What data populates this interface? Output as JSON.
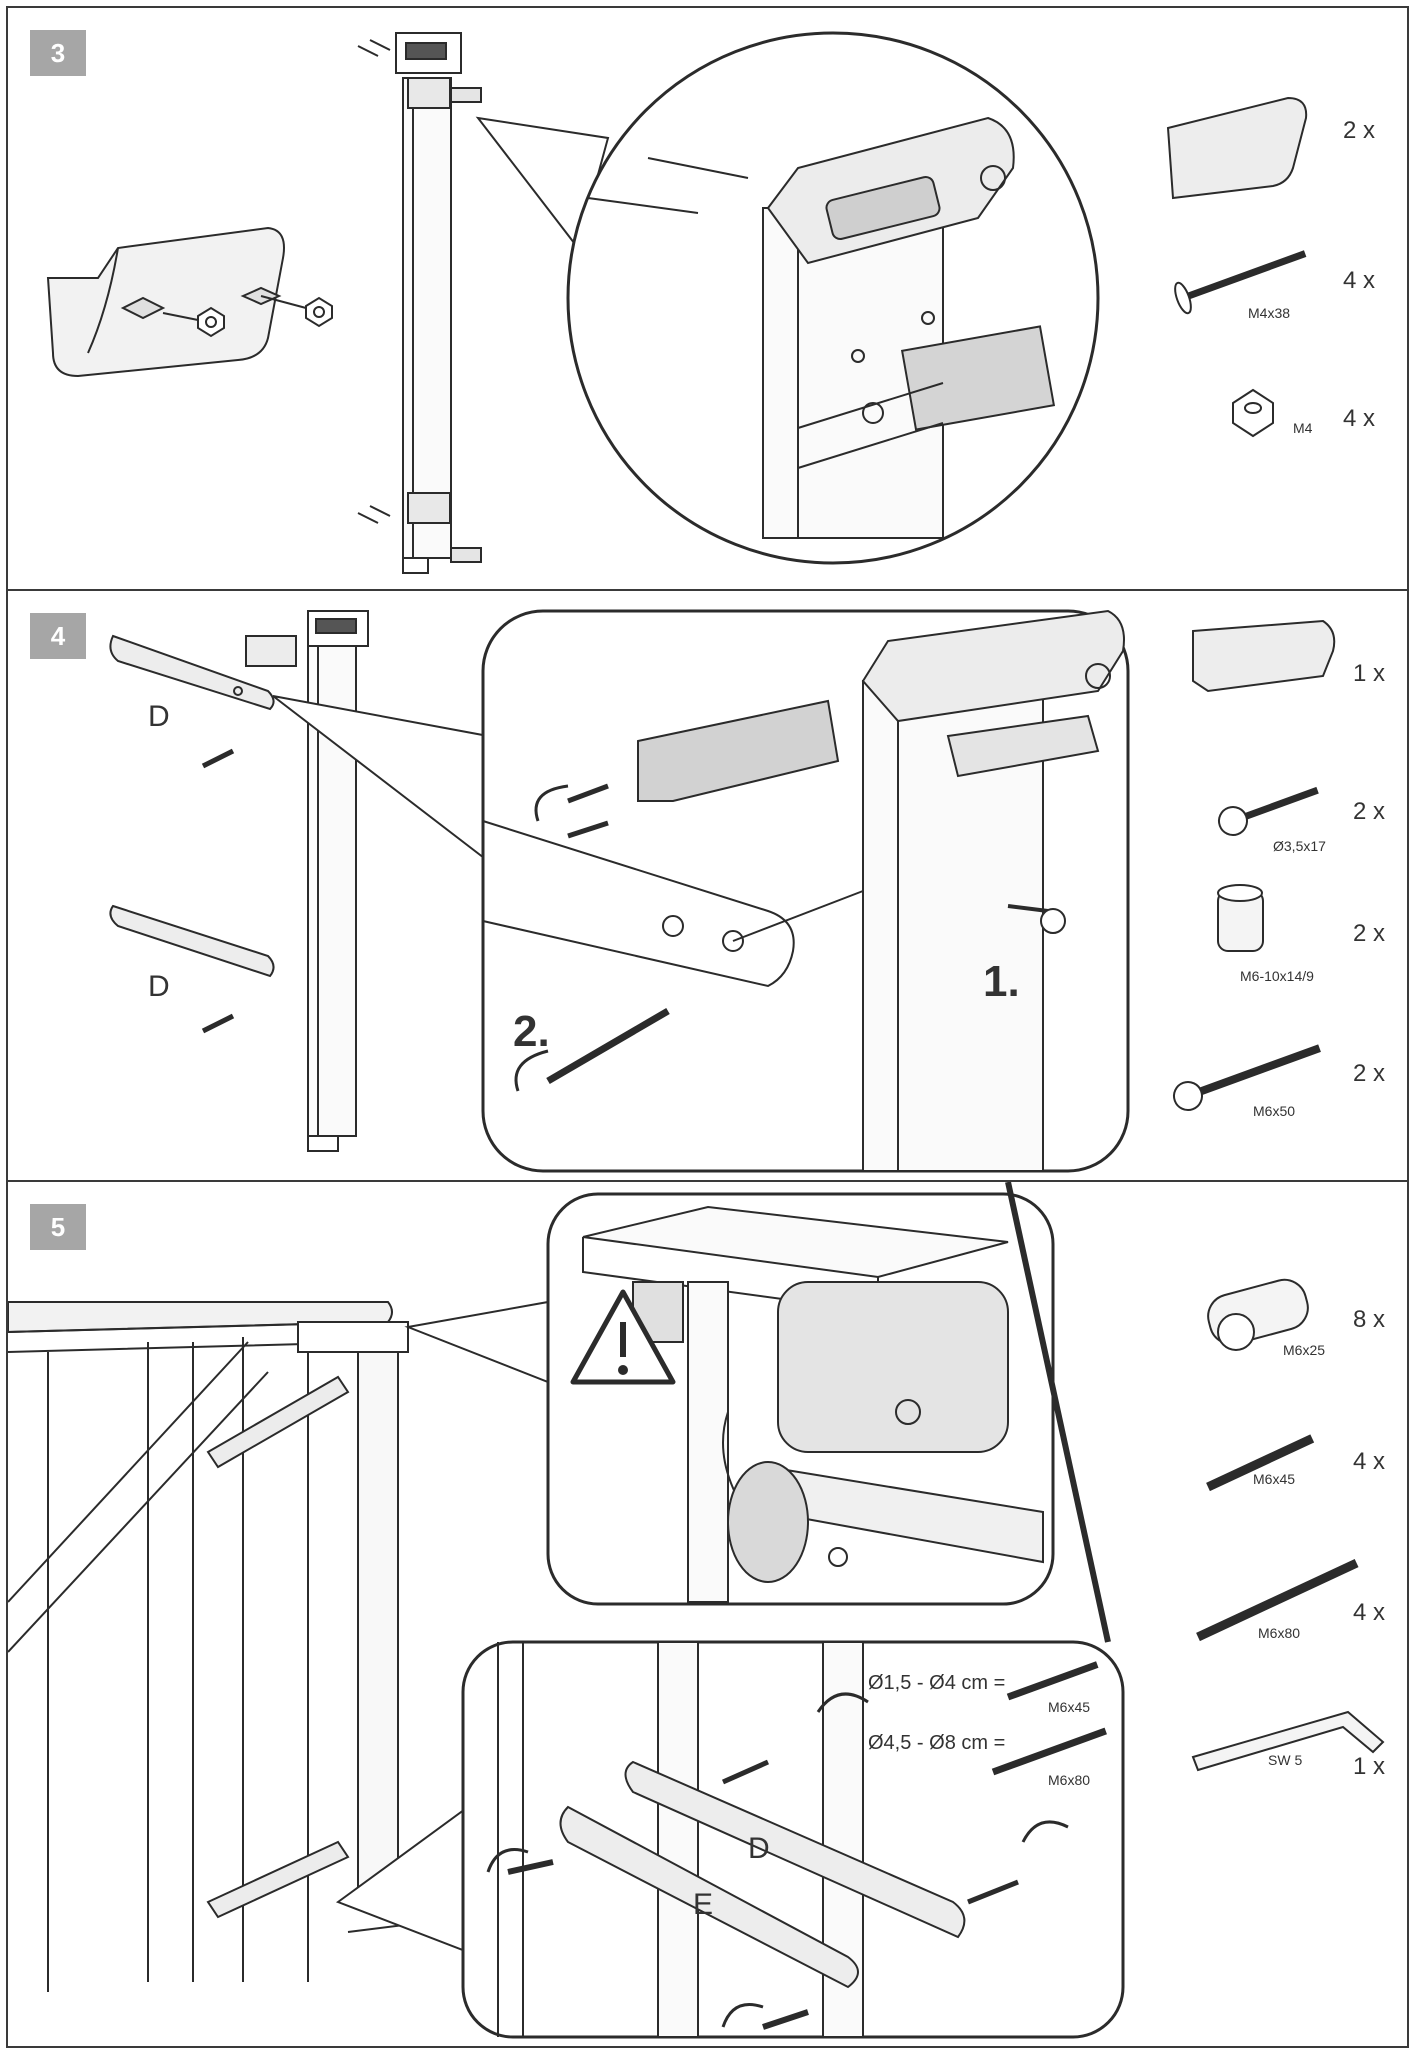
{
  "steps": [
    {
      "number": "3",
      "parts": [
        {
          "label": "",
          "qty": "2 x"
        },
        {
          "label": "M4x38",
          "qty": "4 x"
        },
        {
          "label": "M4",
          "qty": "4 x"
        }
      ]
    },
    {
      "number": "4",
      "letters": [
        "D",
        "D"
      ],
      "callouts": [
        "1.",
        "2."
      ],
      "parts": [
        {
          "label": "",
          "qty": "1 x"
        },
        {
          "label": "Ø3,5x17",
          "qty": "2 x"
        },
        {
          "label": "M6-10x14/9",
          "qty": "2 x"
        },
        {
          "label": "M6x50",
          "qty": "2 x"
        }
      ]
    },
    {
      "number": "5",
      "letters": [
        "D",
        "E"
      ],
      "diameter_specs": [
        {
          "text": "Ø1,5 - Ø4 cm =",
          "bolt": "M6x45"
        },
        {
          "text": "Ø4,5 - Ø8 cm =",
          "bolt": "M6x80"
        }
      ],
      "parts": [
        {
          "label": "M6x25",
          "qty": "8 x"
        },
        {
          "label": "M6x45",
          "qty": "4 x"
        },
        {
          "label": "M6x80",
          "qty": "4 x"
        },
        {
          "label": "SW 5",
          "qty": "1 x"
        }
      ]
    }
  ],
  "icons": [
    "warning-triangle-icon",
    "rotate-arrow-icon"
  ],
  "colors": {
    "line": "#2b2b2b",
    "badge": "#a6a6a6",
    "part_fill": "#d9d9d9",
    "panel_border": "#3a3a3a"
  }
}
